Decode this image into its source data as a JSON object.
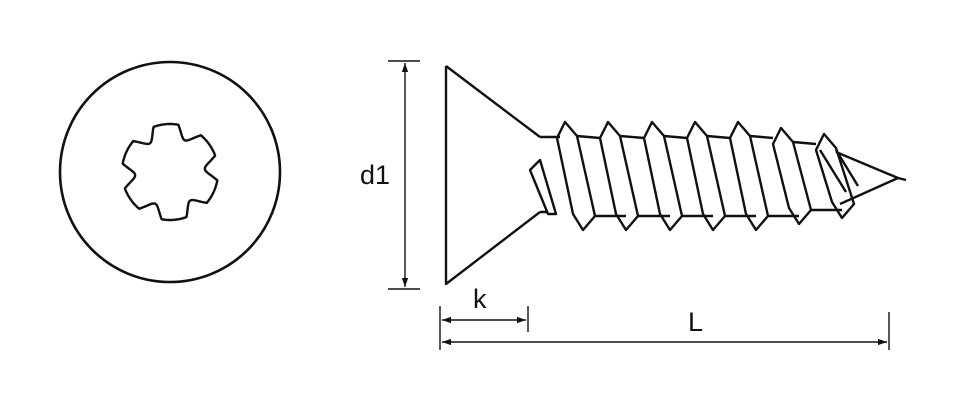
{
  "drawing": {
    "line_color": "#111111",
    "background": "#ffffff"
  },
  "dimensions": {
    "d1": "d1",
    "k": "k",
    "L": "L"
  }
}
